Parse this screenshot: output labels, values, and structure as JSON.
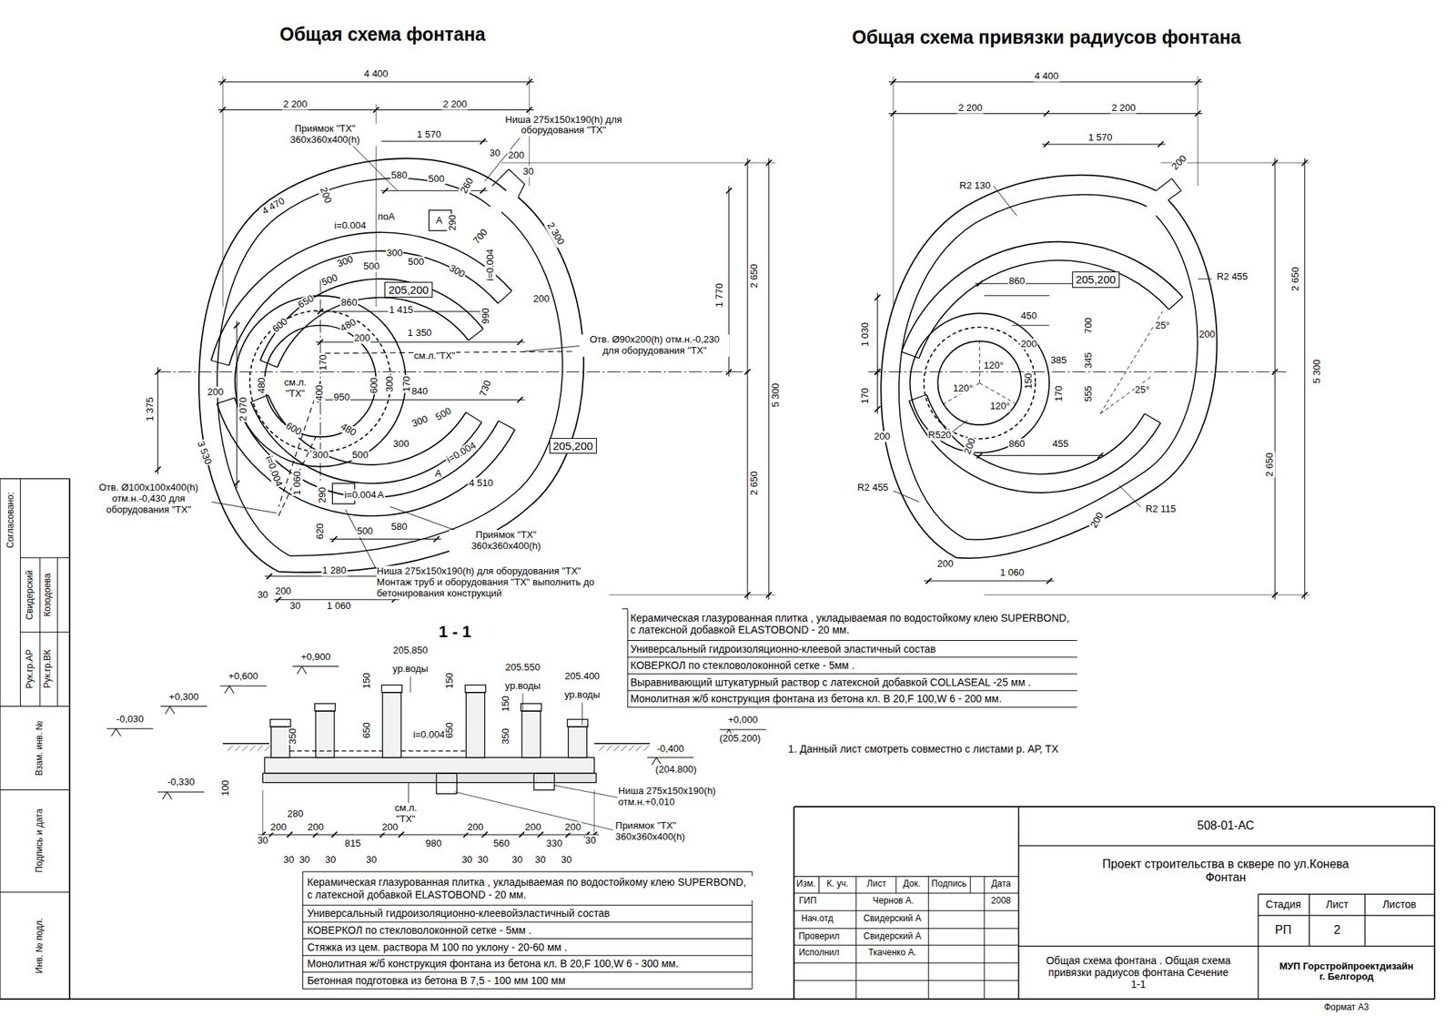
{
  "diagram": {
    "title": "Общая схема фонтана",
    "nodes": [
      {
        "text": [
          "205,200"
        ]
      },
      {
        "text": [
          "205,200"
        ]
      },
      {
        "text": [
          "205,200"
        ]
      }
    ],
    "labels": [
      "Общая схема привязки радиусов фонтана",
      "4 400",
      "2 200",
      "2 200",
      "Приямок \"ТХ\" 360х360х400(h)",
      "Ниша 275х150х190(h) для оборудования \"ТХ\"",
      "1 570",
      "30",
      "200",
      "30",
      "580",
      "500",
      "260",
      "4 470",
      "200",
      "i=0.004",
      "поА",
      "А",
      "290",
      "2 300",
      "700",
      "i=0.004",
      "300",
      "500",
      "300",
      "500",
      "300",
      "500",
      "650",
      "200",
      "1 770",
      "2 650",
      "860",
      "600",
      "1 415",
      "990",
      "480",
      "1 350",
      "Отв. Ø90х200(h) отм.н.-0,230 для оборудования \"ТХ\"",
      "200",
      "см.л.\"ТХ\"",
      "170",
      "300",
      "170",
      "200",
      "2 070",
      "480",
      "см.л. \"ТХ\"",
      "400",
      "950",
      "600",
      "840",
      "730",
      "1 375",
      "5 300",
      "600",
      "480",
      "300",
      "500",
      "2 650",
      "3 530",
      "300",
      "500",
      "300",
      "i=0.004",
      "А",
      "i=0.004",
      "1 060",
      "4 510",
      "i=0.004",
      "А",
      "290",
      "Отв. Ø100х100х400(h) отм.н.-0,430 для оборудования \"ТХ\"",
      "620",
      "500",
      "580",
      "Приямок \"ТХ\" 360х360х400(h)",
      "1 280",
      "Ниша 275х150х190(h) для оборудования \"ТХ\" Монтаж труб и оборудования \"ТХ\" выполнить до бетонирования конструкций",
      "30",
      "200",
      "30",
      "1 060",
      "1 - 1",
      "+0,900",
      "205.850",
      "ур.воды",
      "205.550",
      "ур.воды",
      "205.400",
      "ур.воды",
      "+0,600",
      "+0,300",
      "-0,030",
      "+0,000",
      "(205.200)",
      "-0,400",
      "(204.800)",
      "-0,330",
      "150",
      "150",
      "150",
      "350",
      "650",
      "i=0.004",
      "650",
      "350",
      "100",
      "см.л. \"ТХ\"",
      "Ниша 275х150х190(h) отм.н.+0,010",
      "Приямок \"ТХ\" 360х360х400(h)",
      "280",
      "30",
      "200",
      "200",
      "815",
      "200",
      "980",
      "200",
      "560",
      "200",
      "330",
      "200",
      "30",
      "30",
      "30",
      "30",
      "30",
      "30",
      "30",
      "30",
      "30",
      "30",
      "Керамическая глазурованная плитка , укладываемая по водостойкому клею SUPERBOND, с латексной добавкой ELASTOBOND - 20 мм.",
      "Универсальный гидроизоляционно-клеевой эластичный состав",
      "КОВЕРКОЛ по стекловолоконной сетке - 5мм .",
      "Выравнивающий штукатурный раствор с латексной добавкой COLLASEAL -25 мм .",
      "Монолитная ж/б конструкция фонтана из бетона кл. В 20,F 100,W 6 - 200 мм.",
      "1. Данный лист смотреть совместно с листами р. АР, ТХ",
      "Керамическая глазурованная плитка , укладываемая по водостойкому клею SUPERBOND, с латексной добавкой ELASTOBOND - 20 мм.",
      "Универсальный гидроизоляционно-клеевойэластичный состав",
      "КОВЕРКОЛ по стекловолоконной сетке - 5мм .",
      "Стяжка из цем. раствора М 100 по уклону - 20-60 мм .",
      "Монолитная ж/б конструкция фонтана из бетона кл. В 20,F 100,W 6 - 300 мм.",
      "Бетонная подготовка из бетона В 7,5 - 100 мм 100 мм",
      "4 400",
      "2 200",
      "2 200",
      "1 570",
      "200",
      "R2 130",
      "R2 455",
      "860",
      "450",
      "700",
      "25°",
      "200",
      "2 650",
      "1 030",
      "120°",
      "200",
      "385",
      "345",
      "120°",
      "150",
      "120°",
      "170",
      "555",
      "25°",
      "170",
      "5 300",
      "200",
      "R520",
      "200",
      "860",
      "455",
      "2 650",
      "R2 455",
      "R2 115",
      "200",
      "200",
      "1 060",
      "Согласовано:",
      "Свидерский",
      "Козодоева",
      "Рук.гр.АР",
      "Рук.гр.ВК",
      "Взам. инв. №",
      "Подпись и дата",
      "Инв. № подл.",
      "508-01-АС",
      "Проект строительства в сквере по ул.Конева Фонтан",
      "Изм.",
      "К. уч.",
      "Лист",
      "Док.",
      "Подпись",
      "Дата",
      "ГИП",
      "Чернов А.",
      "2008",
      "Нач.отд",
      "Свидерский А",
      "Проверил",
      "Свидерский А",
      "Исполнил",
      "Ткаченко А.",
      "Стадия",
      "Лист",
      "Листов",
      "РП",
      "2",
      "Общая схема фонтана . Общая схема привязки радиусов фонтана Сечение 1-1",
      "МУП Горстройпроектдизайн г. Белгород",
      "Формат А3"
    ]
  }
}
